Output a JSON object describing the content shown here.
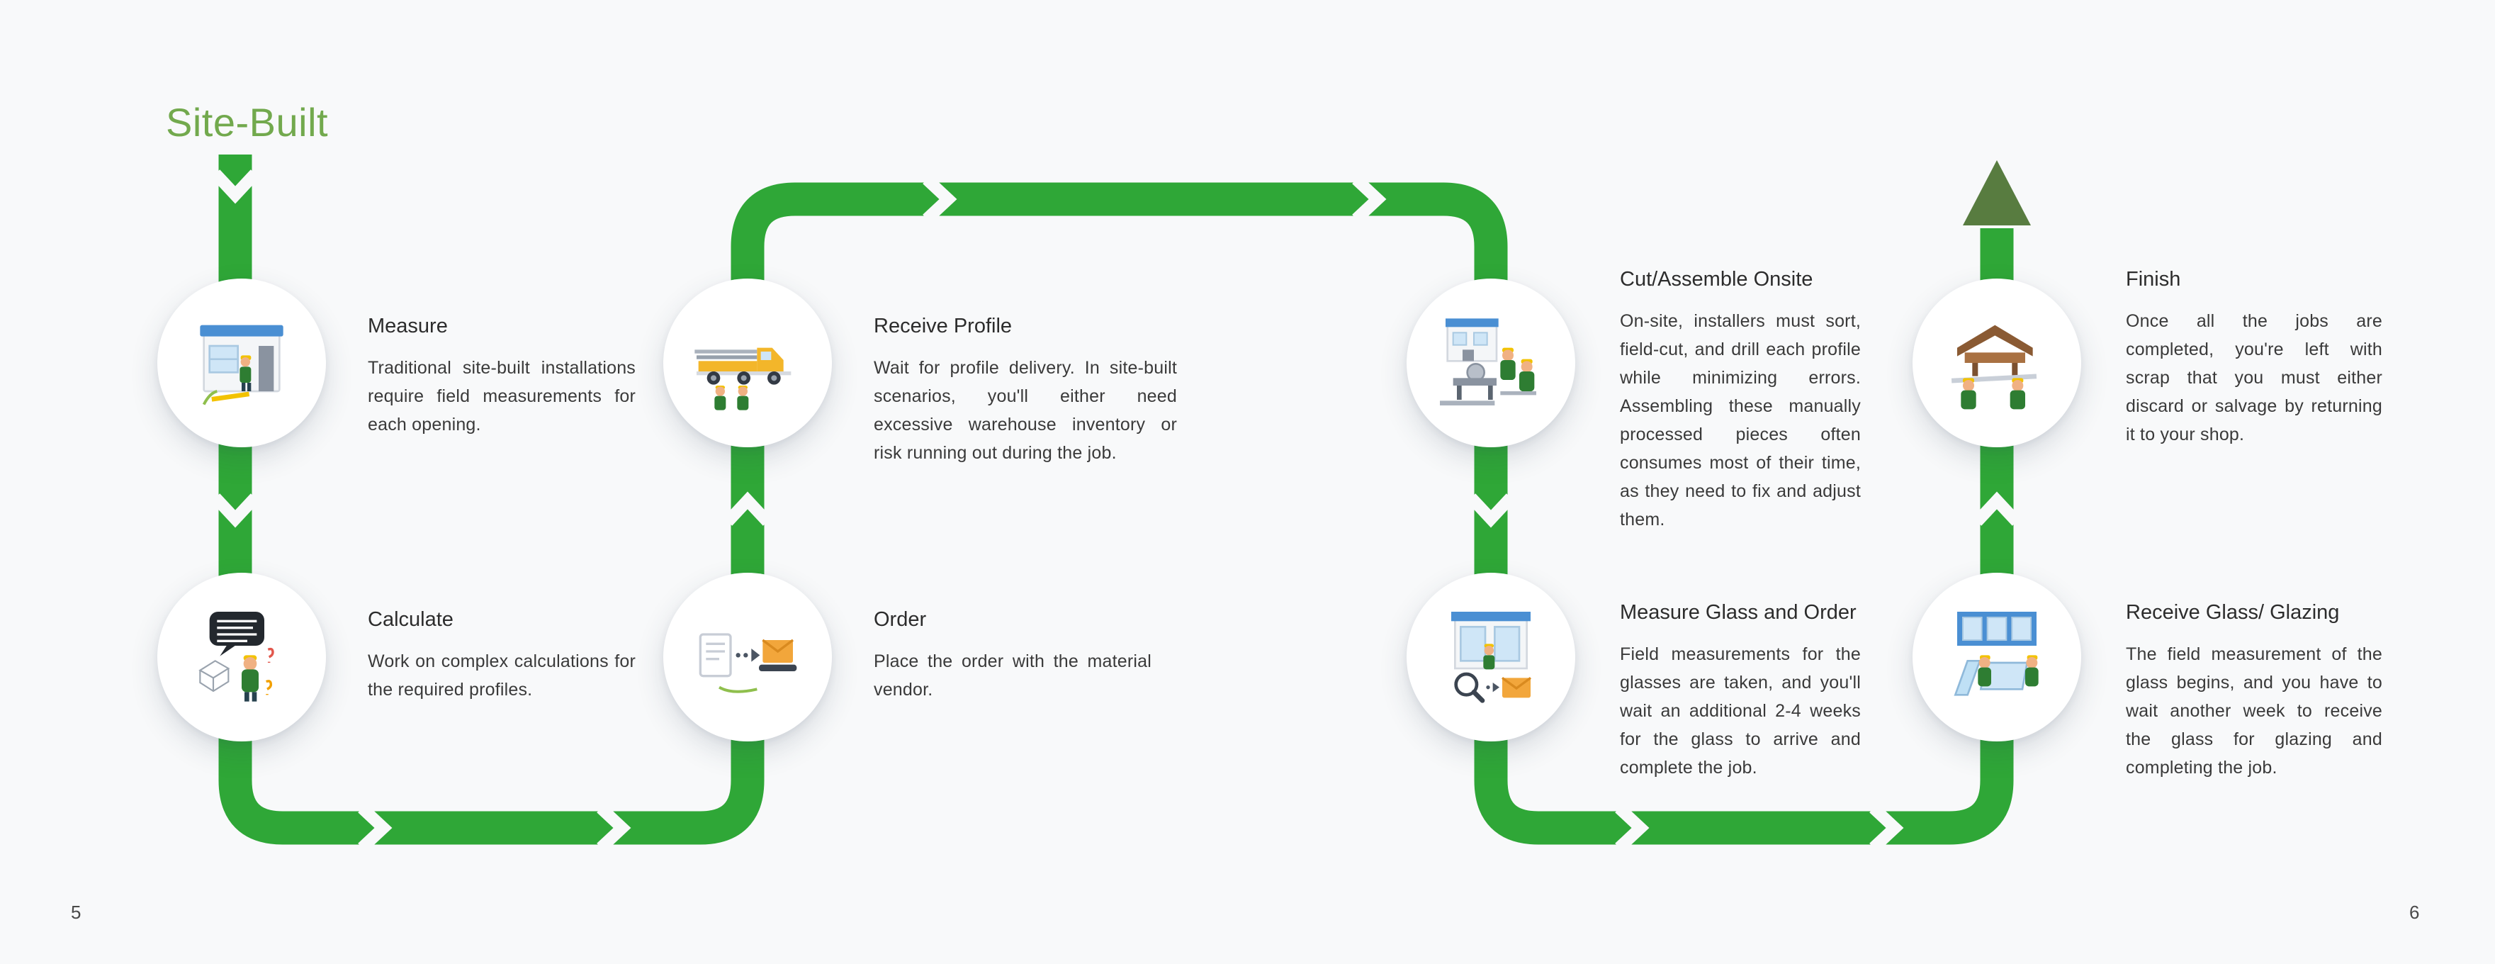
{
  "page": {
    "title": "Site-Built",
    "left_page_number": "5",
    "right_page_number": "6"
  },
  "colors": {
    "background": "#f8f9fa",
    "title_green": "#72a94d",
    "flow_green": "#2fa737",
    "end_arrow_green": "#587c40",
    "heading_text": "#2c2c2c",
    "body_text": "#3a3a3a"
  },
  "steps": [
    {
      "title": "Measure",
      "description": "Traditional site-built installations require field measurements for each opening.",
      "icon": "storefront-measuring-illustration"
    },
    {
      "title": "Calculate",
      "description": "Work on complex calculations for the required profiles.",
      "icon": "calculation-person-illustration"
    },
    {
      "title": "Order",
      "description": "Place the order with the material vendor.",
      "icon": "order-envelope-illustration"
    },
    {
      "title": "Receive Profile",
      "description": "Wait for profile delivery. In site-built scenarios, you'll either need excessive warehouse inventory or risk running out during the job.",
      "icon": "delivery-truck-illustration"
    },
    {
      "title": "Cut/Assemble Onsite",
      "description": "On-site, installers must sort, field-cut, and drill each profile while minimizing errors. Assembling these manually processed pieces often consumes most of their time, as they need to fix and adjust them.",
      "icon": "cutting-assembly-illustration"
    },
    {
      "title": "Measure Glass and Order",
      "description": "Field measurements for the glasses are taken, and you'll wait an additional 2-4 weeks for the glass to arrive and complete the job.",
      "icon": "glass-measure-order-illustration"
    },
    {
      "title": "Receive Glass/ Glazing",
      "description": "The field measurement of the glass begins, and you have to wait another week to receive the glass for glazing and completing the job.",
      "icon": "glass-delivery-illustration"
    },
    {
      "title": "Finish",
      "description": "Once all the jobs are completed, you're left with scrap that you must either discard or salvage by returning it to your shop.",
      "icon": "finish-scrap-illustration"
    }
  ]
}
